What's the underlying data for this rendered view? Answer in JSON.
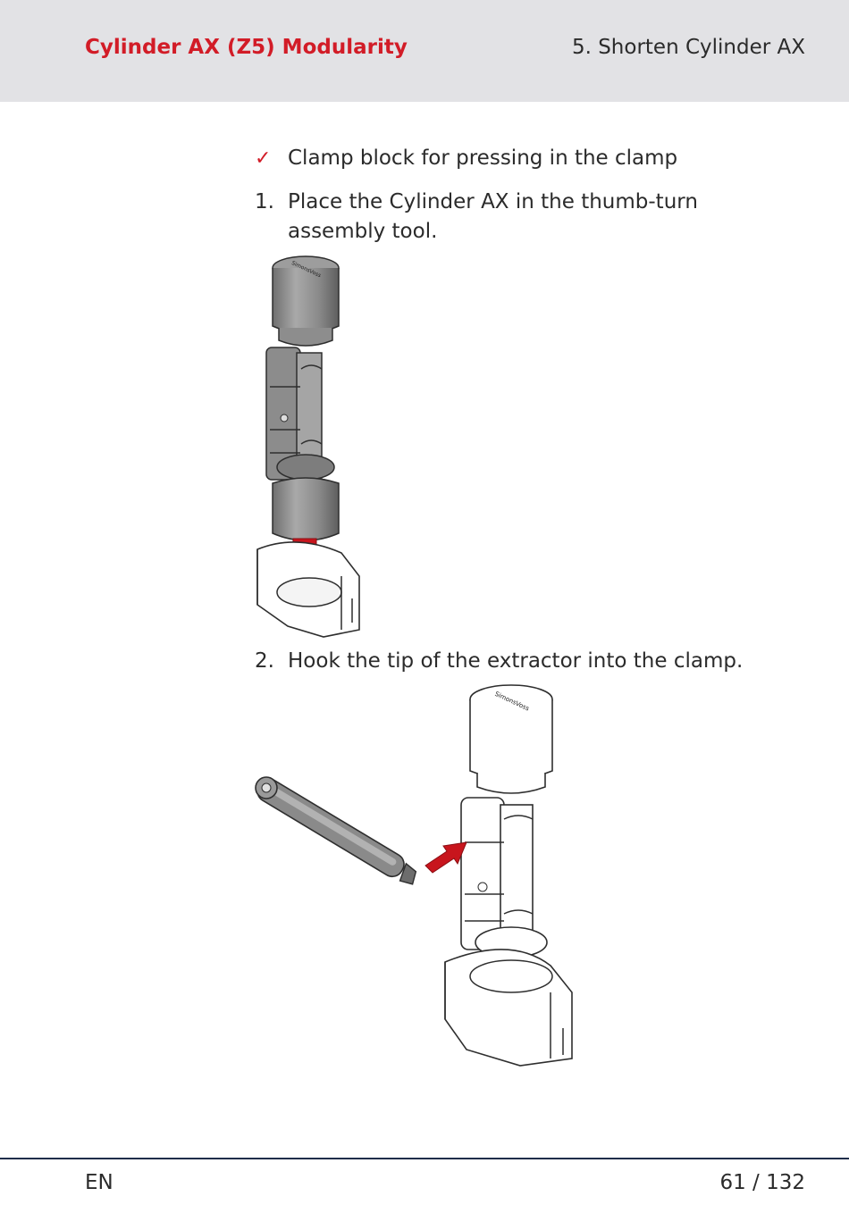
{
  "header": {
    "title": "Cylinder AX (Z5) Modularity",
    "section": "5. Shorten Cylinder AX"
  },
  "content": {
    "prerequisite": {
      "marker": "✓",
      "text": "Clamp block for pressing in the clamp"
    },
    "steps": [
      {
        "number": "1.",
        "text": "Place the Cylinder AX in the thumb-turn assembly tool."
      },
      {
        "number": "2.",
        "text": "Hook the tip of the extractor into the clamp."
      }
    ],
    "figures": {
      "brand_mark": "SimonsVoss"
    }
  },
  "footer": {
    "language": "EN",
    "page": "61 / 132"
  },
  "colors": {
    "accent_red": "#d21c27",
    "header_bg": "#e2e2e5",
    "footer_rule": "#1f2d4a"
  }
}
